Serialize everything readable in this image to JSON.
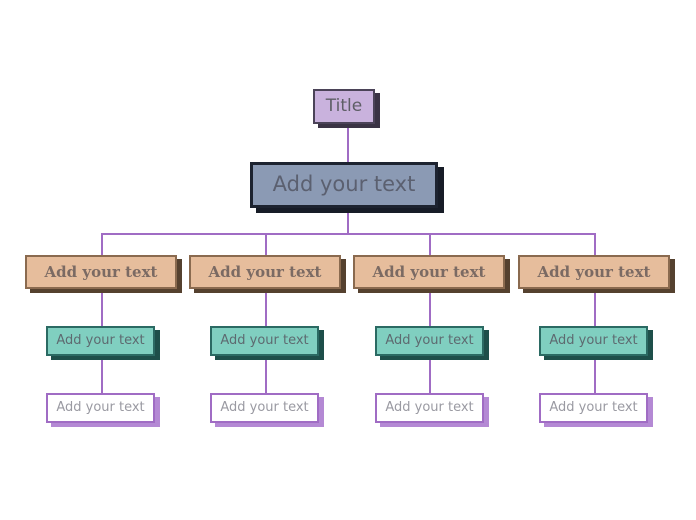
{
  "diagram": {
    "type": "organization-chart",
    "background_color": "#ffffff",
    "connector_color": "#a06cc4",
    "title_node": {
      "label": "Title",
      "fill": "#c9b2dd",
      "border": "#4b4358",
      "text_color": "#5e5e66"
    },
    "root_node": {
      "label": "Add your text",
      "fill": "#8b9ab4",
      "border": "#1d2330",
      "text_color": "#5b6070"
    },
    "level1": {
      "fill": "#e6bd9c",
      "border": "#8a6a4f",
      "text_color": "#7b6a63",
      "nodes": [
        {
          "label": "Add your text"
        },
        {
          "label": "Add your text"
        },
        {
          "label": "Add your text"
        },
        {
          "label": "Add your text"
        }
      ]
    },
    "level2": {
      "fill": "#80cfc0",
      "border": "#2b6a63",
      "text_color": "#5d6a70",
      "nodes": [
        {
          "label": "Add your text"
        },
        {
          "label": "Add your text"
        },
        {
          "label": "Add your text"
        },
        {
          "label": "Add your text"
        }
      ]
    },
    "level3": {
      "fill": "#ffffff",
      "border": "#a06cc4",
      "text_color": "#9a9aa2",
      "nodes": [
        {
          "label": "Add your text"
        },
        {
          "label": "Add your text"
        },
        {
          "label": "Add your text"
        },
        {
          "label": "Add your text"
        }
      ]
    }
  }
}
